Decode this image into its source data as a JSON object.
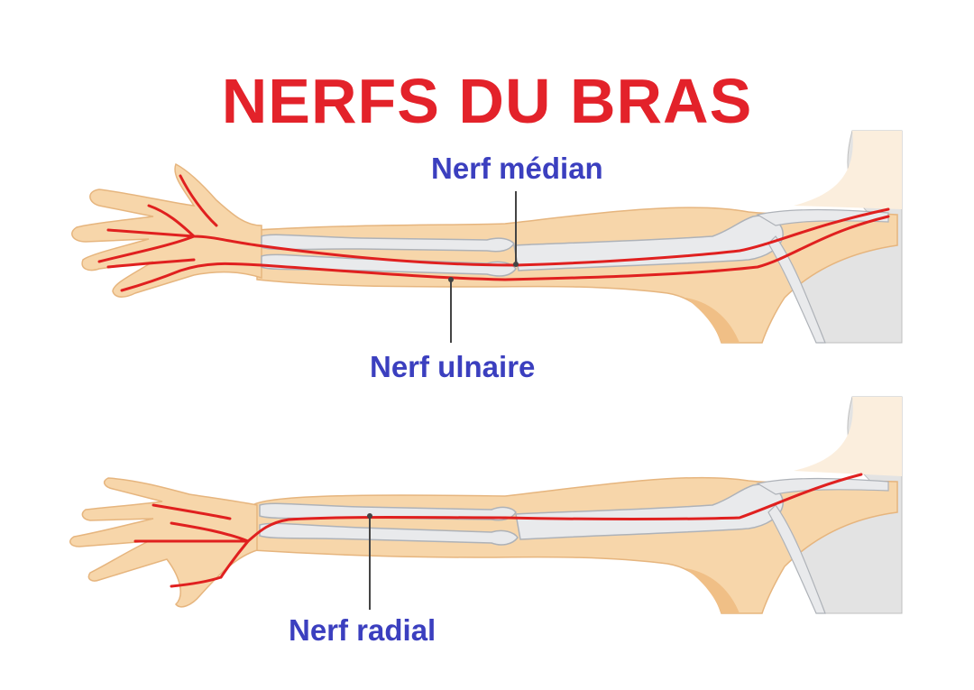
{
  "title": "NERFS DU BRAS",
  "labels": {
    "median": "Nerf médian",
    "ulnaire": "Nerf ulnaire",
    "radial": "Nerf radial"
  },
  "colors": {
    "title": "#e3222a",
    "label": "#3b3fbf",
    "skin": "#f7d6aa",
    "skin_shadow": "#f0bf86",
    "bone": "#e9eaec",
    "bone_outline": "#aeb2b8",
    "nerve": "#e0201f",
    "torso": "#d9d9d9"
  }
}
